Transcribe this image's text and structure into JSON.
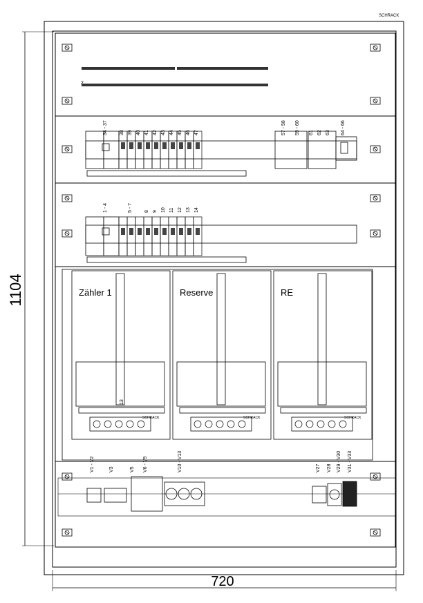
{
  "brand": "SCHRACK",
  "dimensions": {
    "height_label": "1104",
    "width_label": "720"
  },
  "rows": {
    "row1_marker": "2",
    "row2_labels": [
      "34 - 37",
      "38",
      "39",
      "40",
      "41",
      "42",
      "43",
      "44",
      "45",
      "46",
      "47",
      "57 - 58",
      "59 - 60",
      "61",
      "62",
      "63",
      "64 - 66"
    ],
    "row3_labels": [
      "1 - 4",
      "5 - 7",
      "8",
      "9",
      "10",
      "11",
      "12",
      "13",
      "14"
    ],
    "meter_sections": [
      {
        "title": "Zähler 1",
        "marker": "13"
      },
      {
        "title": "Reserve",
        "marker": ""
      },
      {
        "title": "RE",
        "marker": ""
      }
    ],
    "bottom_labels": [
      "V1 - V2",
      "V3",
      "V5",
      "V6 - V9",
      "V10 - V13",
      "V27",
      "V28",
      "V29 - V30",
      "V31 - V33"
    ]
  }
}
